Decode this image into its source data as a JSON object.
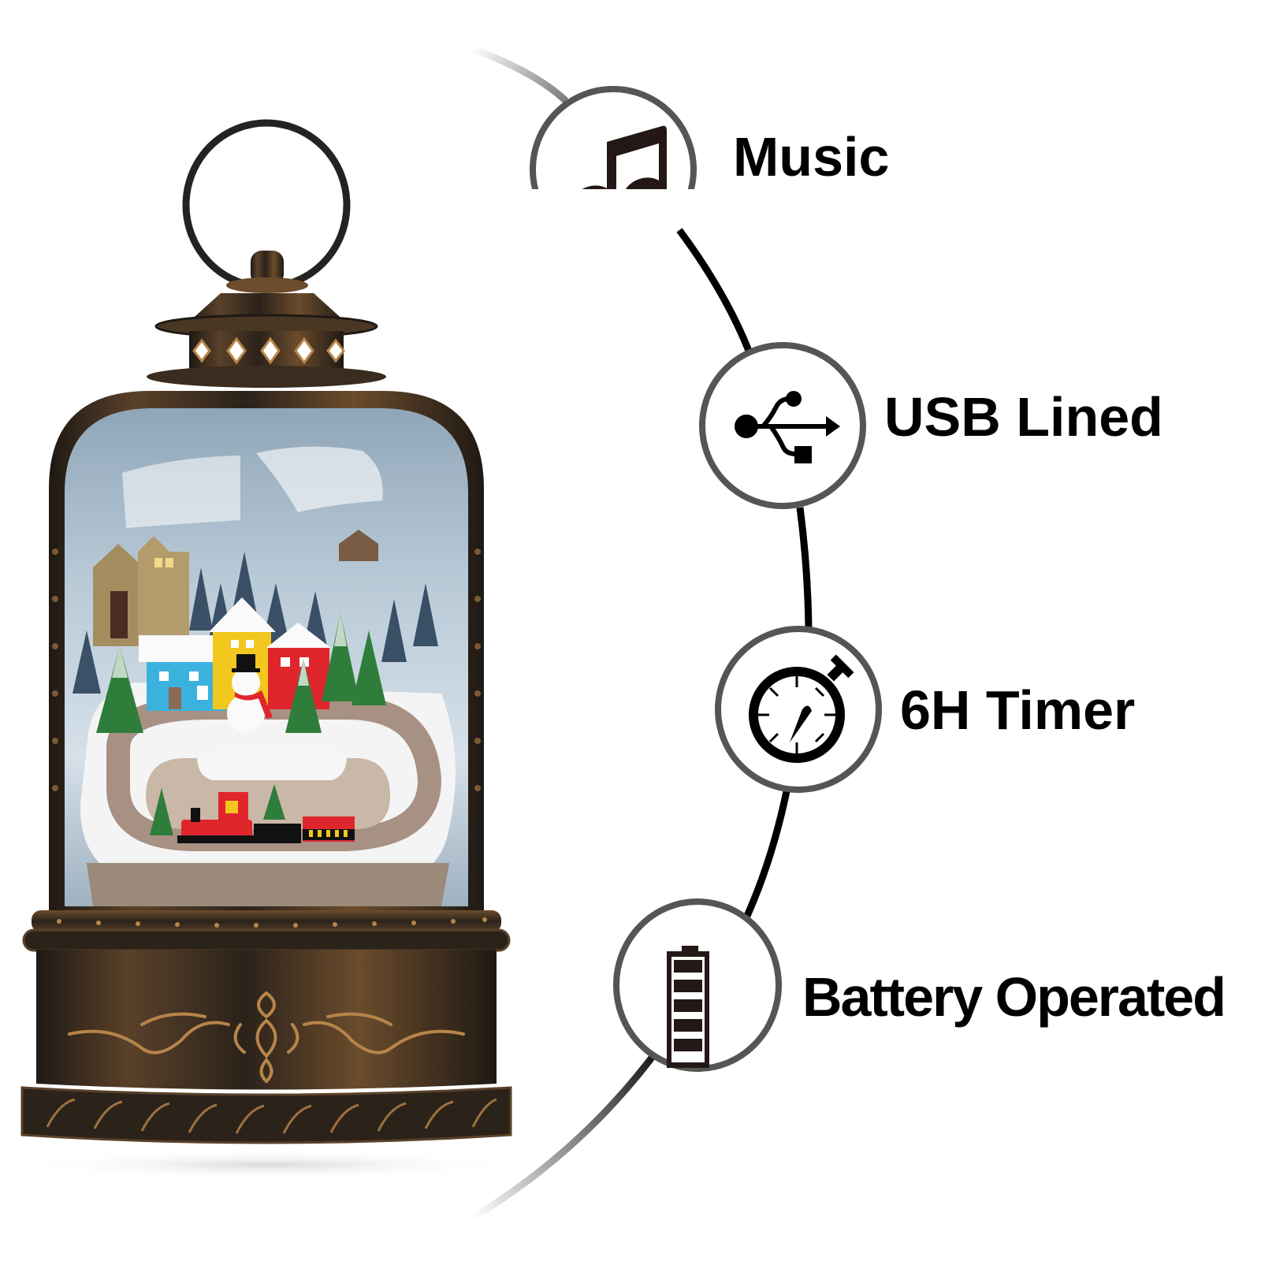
{
  "product": {
    "name": "Christmas snow globe lantern",
    "scene": "Snowy village with houses, snowman, Christmas trees and red toy train on a track",
    "finish": "brushed bronze"
  },
  "features": [
    {
      "label": "Music",
      "icon": "music-note-icon"
    },
    {
      "label": "USB Lined",
      "icon": "usb-icon"
    },
    {
      "label": "6H Timer",
      "icon": "stopwatch-icon"
    },
    {
      "label": "Battery Operated",
      "icon": "battery-icon"
    }
  ],
  "colors": {
    "background": "#ffffff",
    "text": "#000000",
    "icon_ring": "#555555",
    "connector_arc": "#000000",
    "bronze_dark": "#2a221b",
    "bronze_light": "#b7854a",
    "sky_blue": "#a9c0d3"
  }
}
